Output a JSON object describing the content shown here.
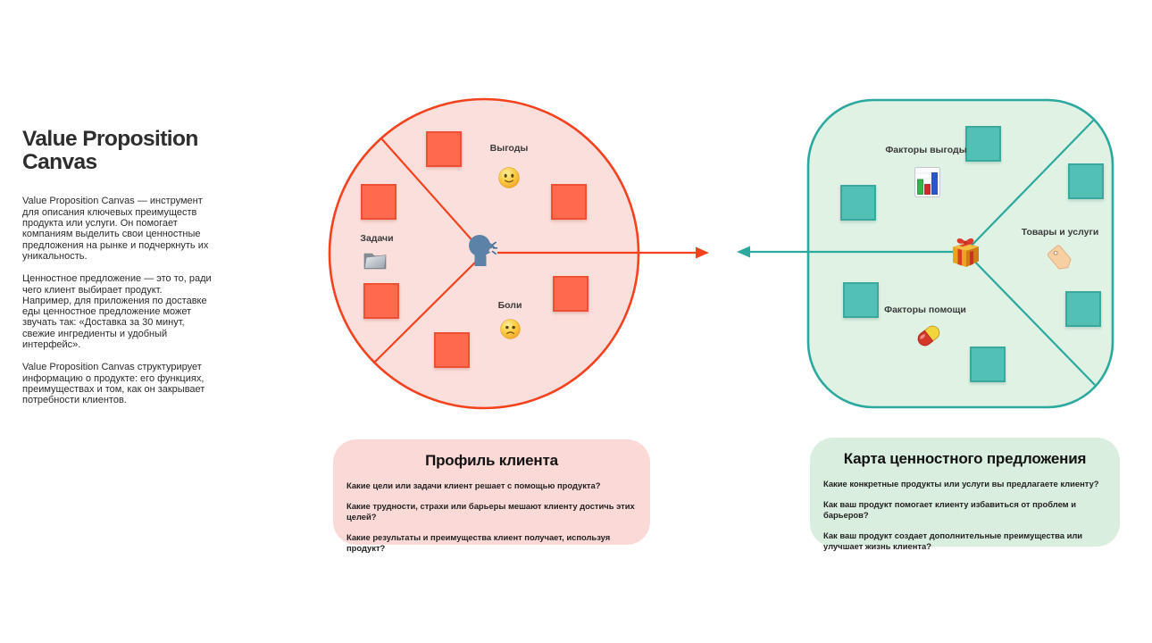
{
  "palette": {
    "profile_stroke": "#F4421F",
    "profile_fill": "#FBDFDC",
    "profile_sticky": "#FD6A4E",
    "map_stroke": "#2CA99E",
    "map_fill": "#DFF2E3",
    "map_sticky": "#53C0B6",
    "card_pink": "#FBD9D7",
    "card_green": "#D9EEDF"
  },
  "intro": {
    "title": "Value Proposition Canvas",
    "paragraphs": [
      "Value Proposition Canvas — инструмент для описания ключевых преимуществ продукта или услуги. Он помогает компаниям выделить свои ценностные предложения на рынке и подчеркнуть их уникальность.",
      "Ценностное предложение — это то, ради чего клиент выбирает продукт. Например, для приложения по доставке еды ценностное предложение может звучать так: «Доставка за 30 минут, свежие ингредиенты и удобный интерфейс».",
      "Value Proposition Canvas структурирует информацию о продукте: его функциях, преимуществах и том, как он закрывает потребности клиентов."
    ]
  },
  "customer_profile": {
    "center_icon": "speaking-head-icon",
    "sections": [
      {
        "label": "Выгоды",
        "icon": "slightly-smiling-face-icon"
      },
      {
        "label": "Задачи",
        "icon": "folder-icon"
      },
      {
        "label": "Боли",
        "icon": "frowning-face-icon"
      }
    ]
  },
  "value_map": {
    "center_icon": "gift-icon",
    "sections": [
      {
        "label": "Факторы выгоды",
        "icon": "bar-chart-icon"
      },
      {
        "label": "Товары и услуги",
        "icon": "tag-icon"
      },
      {
        "label": "Факторы помощи",
        "icon": "pill-icon"
      }
    ]
  },
  "cards": {
    "customer": {
      "title": "Профиль клиента",
      "questions": [
        "Какие цели или задачи клиент решает с помощью продукта?",
        "Какие трудности, страхи или барьеры мешают клиенту достичь этих целей?",
        "Какие результаты и преимущества клиент получает, используя продукт?"
      ]
    },
    "value": {
      "title": "Карта ценностного предложения",
      "questions": [
        "Какие конкретные продукты или услуги вы предлагаете клиенту?",
        "Как ваш продукт помогает клиенту избавиться от проблем и барьеров?",
        "Как ваш продукт создает дополнительные преимущества или улучшает жизнь клиента?"
      ]
    }
  }
}
